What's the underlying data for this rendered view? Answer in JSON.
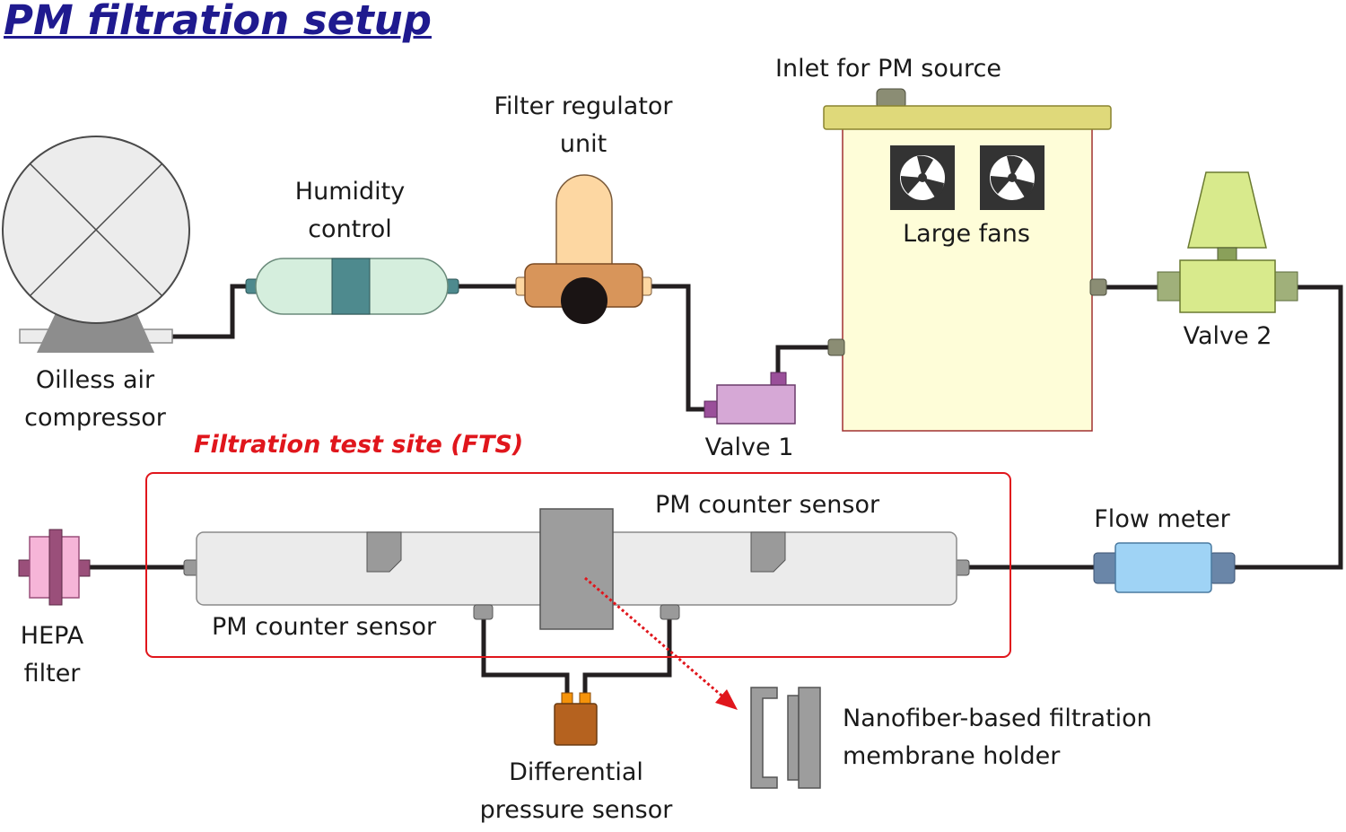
{
  "title": "PM filtration setup",
  "labels": {
    "compressor": [
      "Oilless air",
      "compressor"
    ],
    "humidity": [
      "Humidity",
      "control"
    ],
    "regulator": [
      "Filter regulator",
      "unit"
    ],
    "inlet": "Inlet for PM source",
    "fans": "Large fans",
    "valve1": "Valve 1",
    "valve2": "Valve 2",
    "fts": "Filtration test site (FTS)",
    "pm_sensor_top": "PM counter sensor",
    "pm_sensor_bottom": "PM counter sensor",
    "flow_meter": "Flow meter",
    "hepa": [
      "HEPA",
      "filter"
    ],
    "dp_sensor": [
      "Differential",
      "pressure sensor"
    ],
    "membrane": [
      "Nanofiber-based filtration",
      "membrane holder"
    ]
  },
  "colors": {
    "title": "#1f1a8f",
    "fts_frame": "#e0161c",
    "pipe": "#231f20",
    "chamber": "#fefdd8",
    "chamber_lid": "#dfd97a",
    "humidity_body": "#d5eedd",
    "humidity_band": "#4e8a8e",
    "regulator_body": "#d8955a",
    "regulator_dome": "#fdd7a2",
    "valve1": "#d6a8d6",
    "valve2": "#d8ea8c",
    "flow_meter": "#9fd3f5",
    "hepa": "#f6b5d8",
    "dp_sensor": "#b5621f",
    "tube": "#ebebeb"
  },
  "icons": [
    "fan-icon",
    "fan-icon"
  ]
}
